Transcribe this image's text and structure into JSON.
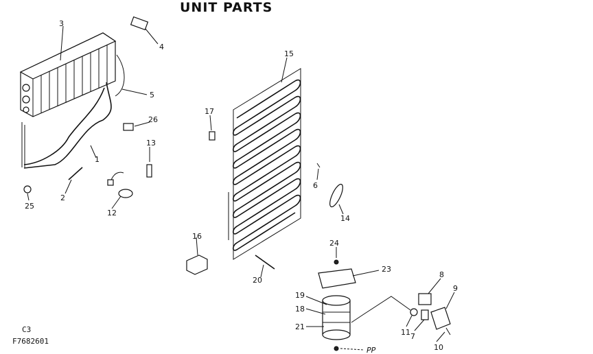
{
  "title": "UNIT PARTS",
  "footer": {
    "line1": "C3",
    "line2": "F7682601"
  },
  "callouts": {
    "c1": "1",
    "c2": "2",
    "c3": "3",
    "c4": "4",
    "c5": "5",
    "c6": "6",
    "c7": "7",
    "c8": "8",
    "c9": "9",
    "c10": "10",
    "c11": "11",
    "c12": "12",
    "c13": "13",
    "c14": "14",
    "c15": "15",
    "c16": "16",
    "c17": "17",
    "c18": "18",
    "c19": "19",
    "c20": "20",
    "c21": "21",
    "c23": "23",
    "c24": "24",
    "c25": "25",
    "c26": "26",
    "pp": "PP"
  }
}
